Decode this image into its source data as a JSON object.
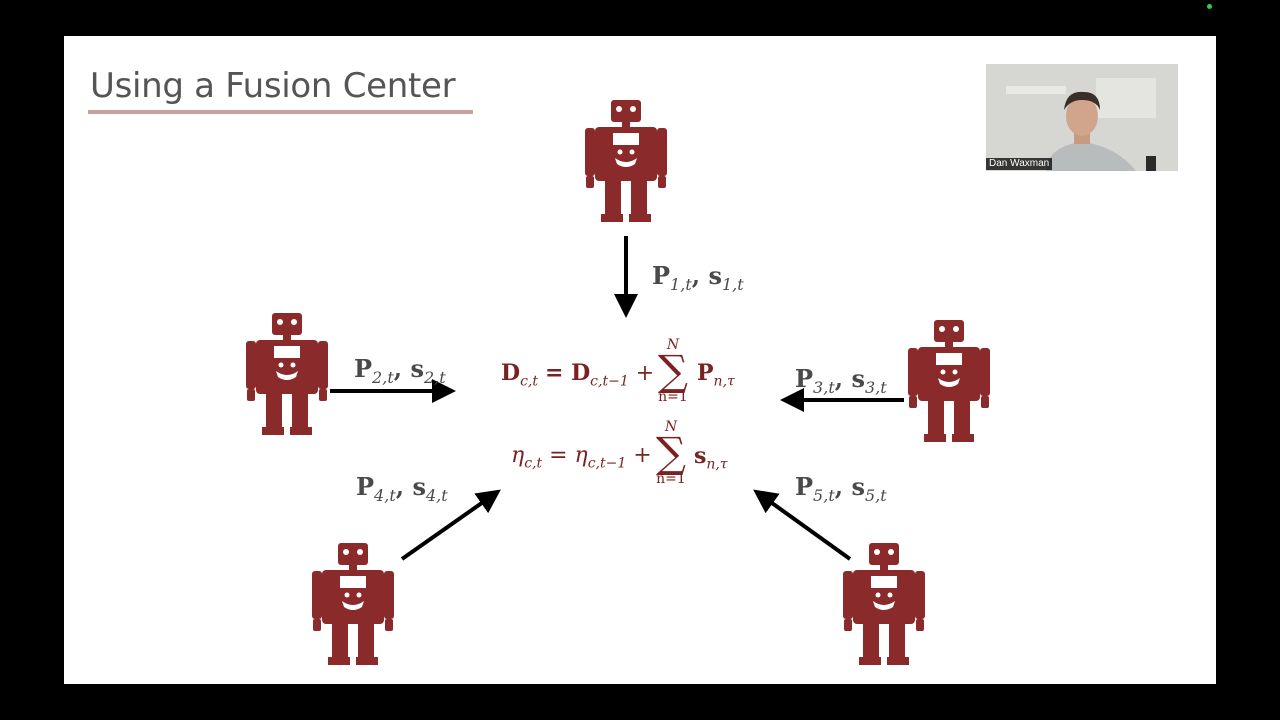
{
  "slide": {
    "title": "Using a Fusion Center"
  },
  "labels": {
    "agent1": {
      "P": "P",
      "P_sub": "1,t",
      "s": "s",
      "s_sub": "1,t"
    },
    "agent2": {
      "P": "P",
      "P_sub": "2,t",
      "s": "s",
      "s_sub": "2,t"
    },
    "agent3": {
      "P": "P",
      "P_sub": "3,t",
      "s": "s",
      "s_sub": "3,t"
    },
    "agent4": {
      "P": "P",
      "P_sub": "4,t",
      "s": "s",
      "s_sub": "4,t"
    },
    "agent5": {
      "P": "P",
      "P_sub": "5,t",
      "s": "s",
      "s_sub": "5,t"
    }
  },
  "equations": {
    "eq1": {
      "lhs": "D",
      "lhs_sub": "c,t",
      "rhs": "= D",
      "rhs_sub": "c,t−1",
      "plus": "+",
      "sum_top": "N",
      "sum_symbol": "∑",
      "sum_bottom": "n=1",
      "term": "P",
      "term_sub": "n,τ"
    },
    "eq2": {
      "lhs": "η",
      "lhs_sub": "c,t",
      "rhs": "= η",
      "rhs_sub": "c,t−1",
      "plus": "+",
      "sum_top": "N",
      "sum_symbol": "∑",
      "sum_bottom": "n=1",
      "term": "s",
      "term_sub": "n,τ"
    }
  },
  "video": {
    "participant_name": "Dan Waxman"
  },
  "colors": {
    "robot": "#8b2a2a",
    "arrow": "#000000",
    "equation": "#7a2222",
    "label": "#4a4a4a",
    "title_underline": "#c9a0a0"
  },
  "icons": {
    "robot": "robot-icon",
    "arrow": "arrow-icon"
  }
}
